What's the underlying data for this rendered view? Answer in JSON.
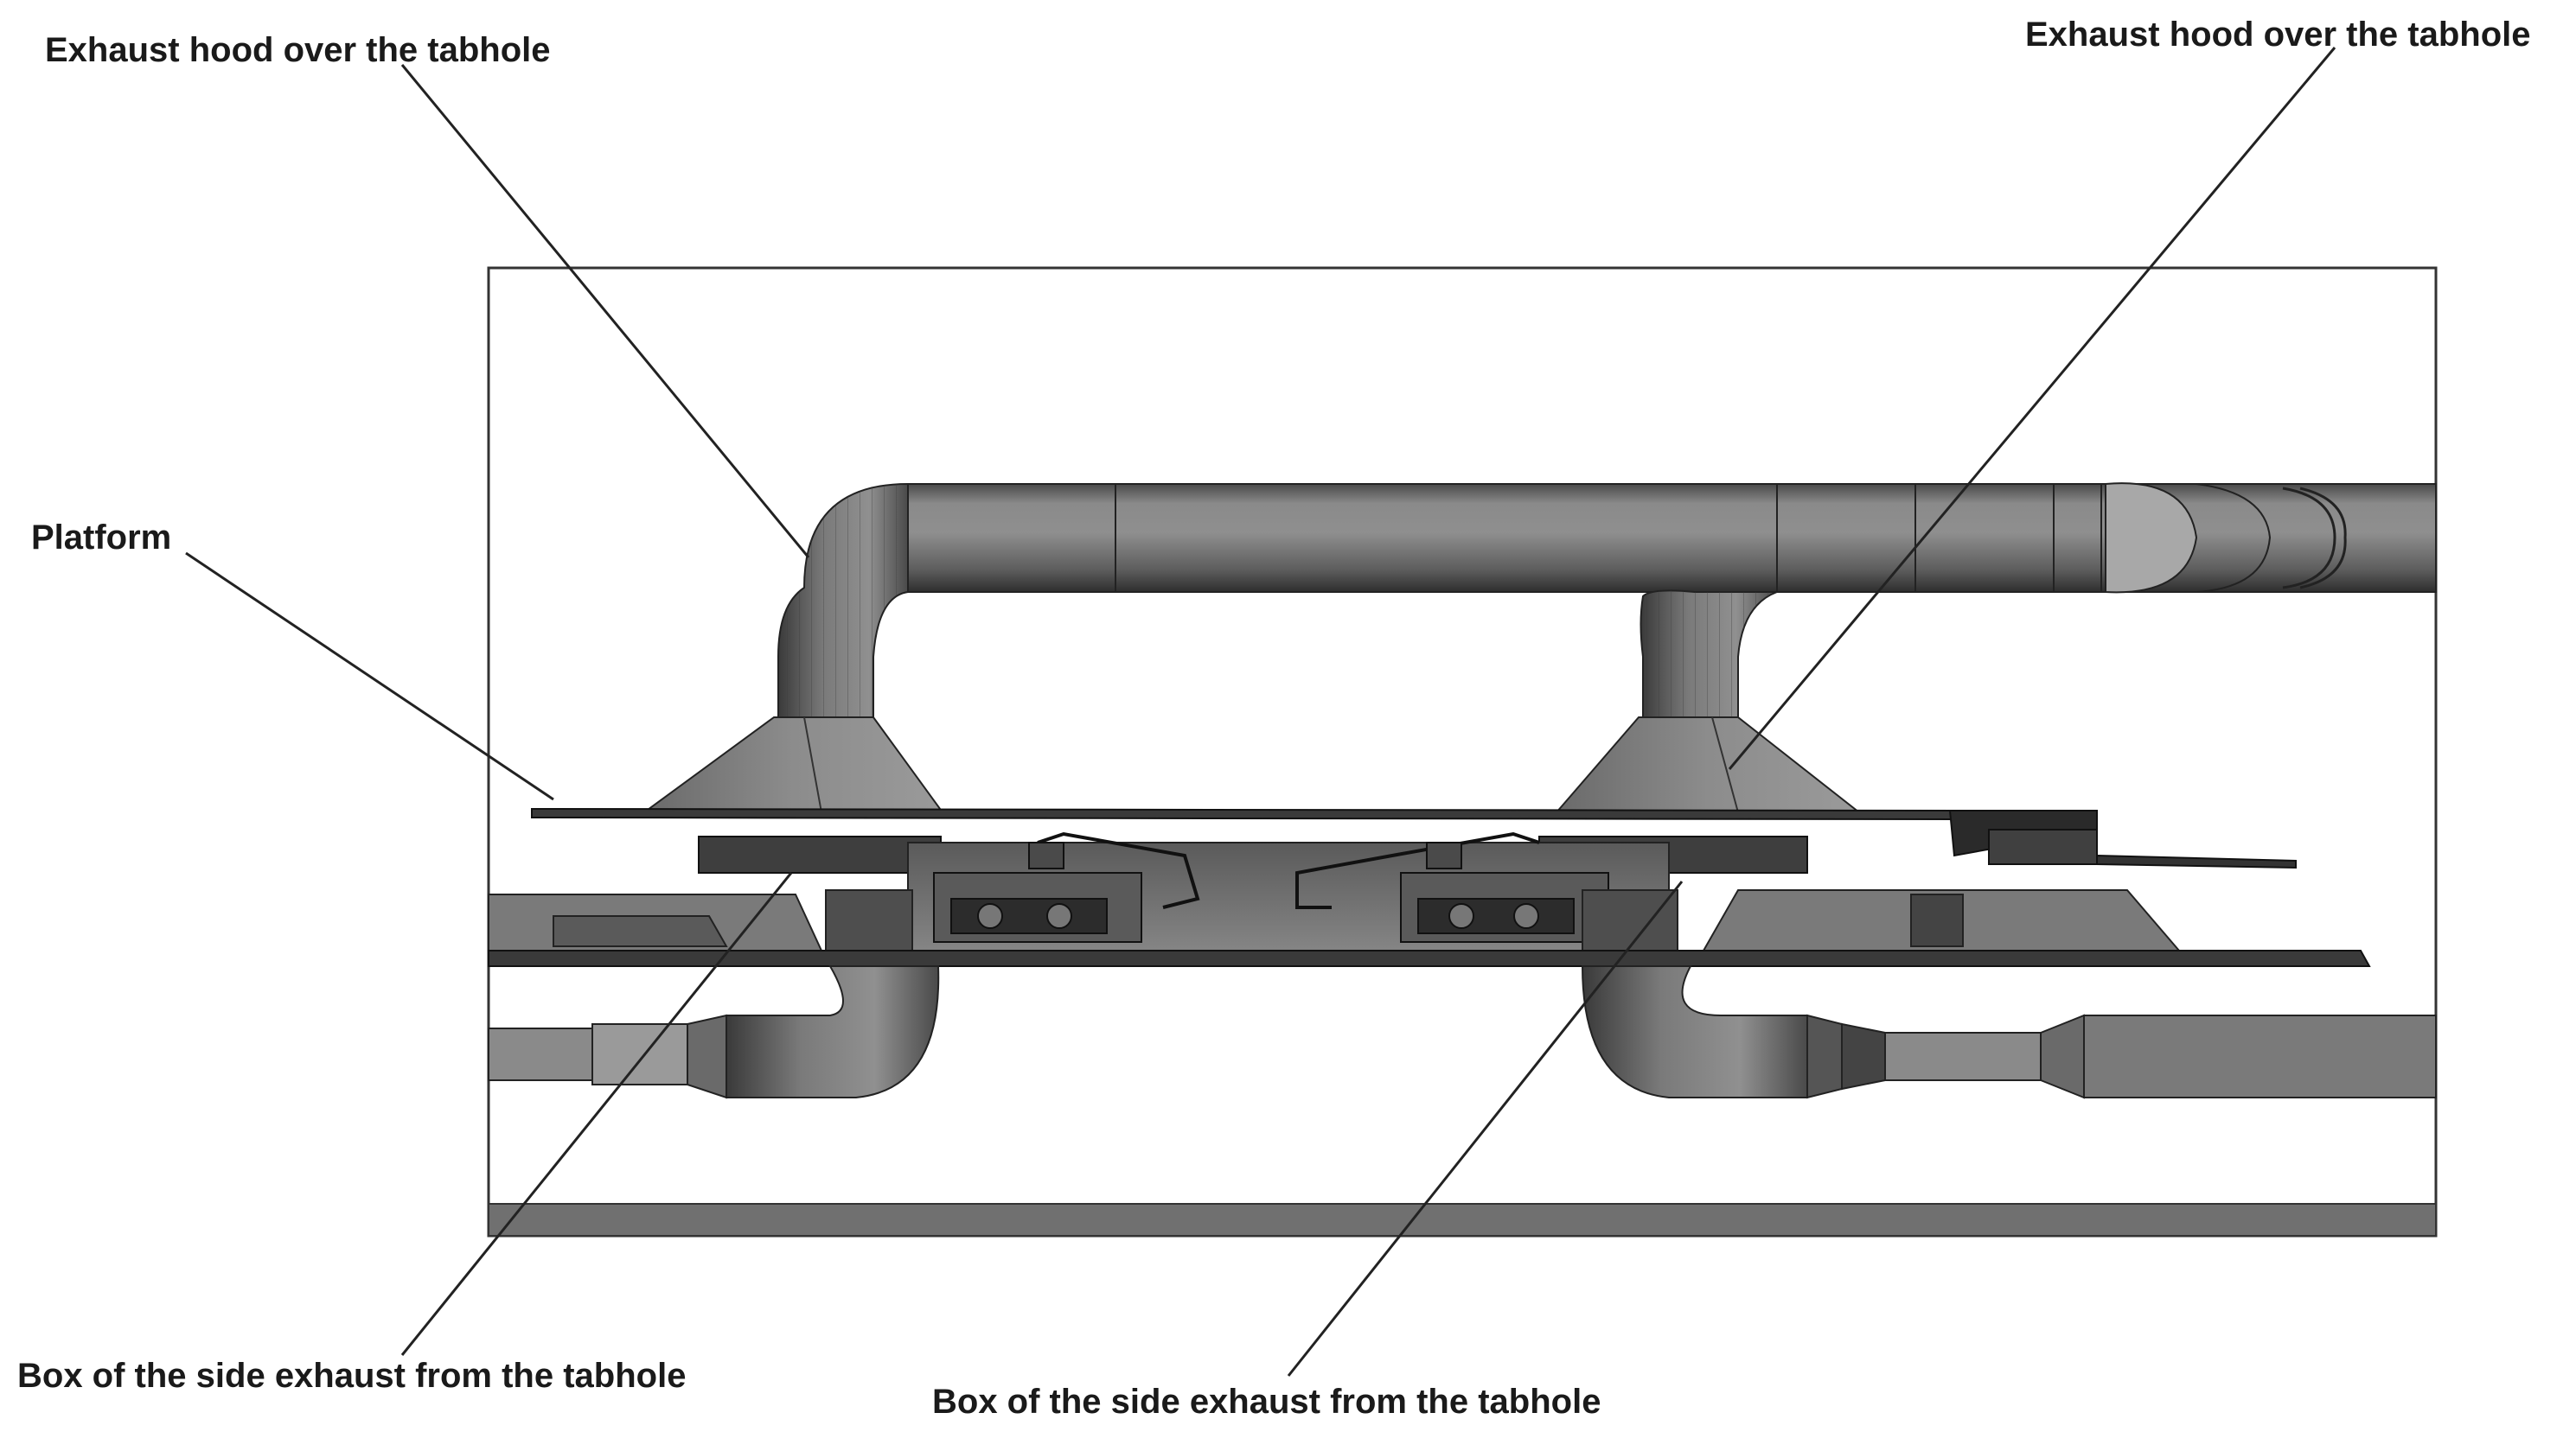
{
  "labels": {
    "hood_left": "Exhaust hood over the tabhole",
    "hood_right": "Exhaust hood over the tabhole",
    "platform": "Platform",
    "box_left": "Box of the side exhaust from the tabhole",
    "box_right": "Box of the side exhaust from the tabhole"
  }
}
